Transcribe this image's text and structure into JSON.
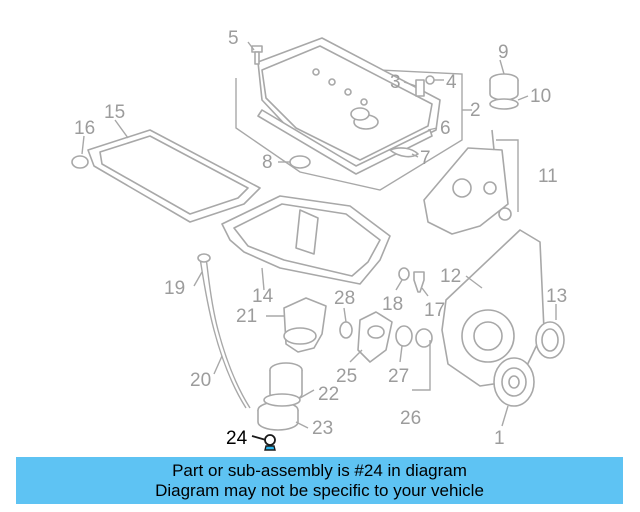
{
  "callouts": [
    {
      "id": "p1",
      "label": "1"
    },
    {
      "id": "p2",
      "label": "2"
    },
    {
      "id": "p3",
      "label": "3"
    },
    {
      "id": "p4",
      "label": "4"
    },
    {
      "id": "p5",
      "label": "5"
    },
    {
      "id": "p6",
      "label": "6"
    },
    {
      "id": "p7",
      "label": "7"
    },
    {
      "id": "p8",
      "label": "8"
    },
    {
      "id": "p9",
      "label": "9"
    },
    {
      "id": "p10",
      "label": "10"
    },
    {
      "id": "p11",
      "label": "11"
    },
    {
      "id": "p12",
      "label": "12"
    },
    {
      "id": "p13",
      "label": "13"
    },
    {
      "id": "p14",
      "label": "14"
    },
    {
      "id": "p15",
      "label": "15"
    },
    {
      "id": "p16",
      "label": "16"
    },
    {
      "id": "p17",
      "label": "17"
    },
    {
      "id": "p18",
      "label": "18"
    },
    {
      "id": "p19",
      "label": "19"
    },
    {
      "id": "p20",
      "label": "20"
    },
    {
      "id": "p21",
      "label": "21"
    },
    {
      "id": "p22",
      "label": "22"
    },
    {
      "id": "p23",
      "label": "23"
    },
    {
      "id": "p24",
      "label": "24"
    },
    {
      "id": "p25",
      "label": "25"
    },
    {
      "id": "p26",
      "label": "26"
    },
    {
      "id": "p27",
      "label": "27"
    },
    {
      "id": "p28",
      "label": "28"
    }
  ],
  "highlighted_part": "24",
  "banner": {
    "line1": "Part or sub-assembly is #24 in diagram",
    "line2": "Diagram may not be specific to your vehicle",
    "background": "#5ec3f3"
  },
  "colors": {
    "callout": "#9c9c9c",
    "highlight": "#000000",
    "part_stroke": "#a8a8a8"
  }
}
